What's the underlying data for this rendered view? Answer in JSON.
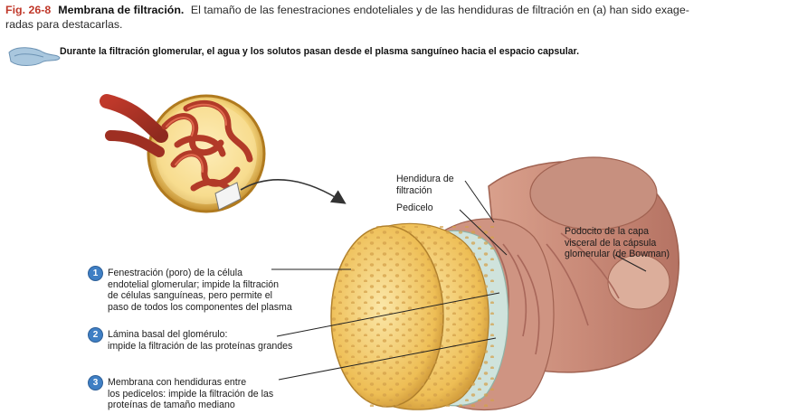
{
  "figure": {
    "number": "Fig. 26-8",
    "title": "Membrana de filtración.",
    "caption": "El tamaño de las fenestraciones endoteliales y de las hendiduras de filtración en (a) han sido exage-\nradas para destacarlas."
  },
  "summary": {
    "icon": "kidney-nephron-icon",
    "text": "Durante la filtración glomerular, el agua y los solutos pasan desde el plasma sanguíneo hacia el espacio capsular."
  },
  "labels": {
    "hendidura": "Hendidura de\nfiltración",
    "pedicelo": "Pedicelo",
    "podocito": "Podocito de la capa\nvisceral de la cápsula\nglomerular (de Bowman)"
  },
  "numbered_items": [
    {
      "number": "1",
      "text": "Fenestración (poro) de la célula\nendotelial glomerular; impide la filtración\nde células sanguíneas, pero permite el\npaso de todos los componentes del plasma"
    },
    {
      "number": "2",
      "text": "Lámina basal del glomérulo:\nimpide la filtración de las proteínas grandes"
    },
    {
      "number": "3",
      "text": "Membrana con hendiduras entre\nlos pedicelos: impide la filtración de las\nproteínas de tamaño mediano"
    }
  ],
  "colors": {
    "figure_number": "#c0392b",
    "badge": "#3f7fc4",
    "endothelium": "#f0c66a",
    "basal_lamina": "#cfe3dc",
    "podocyte": "#c98a78"
  }
}
